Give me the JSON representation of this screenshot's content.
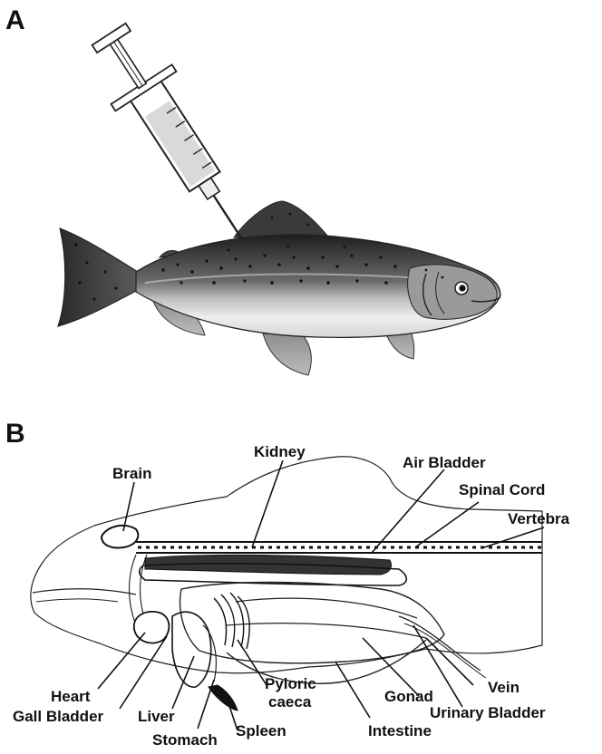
{
  "panels": {
    "a": {
      "letter": "A"
    },
    "b": {
      "letter": "B"
    }
  },
  "labels": {
    "brain": "Brain",
    "kidney": "Kidney",
    "air_bladder": "Air Bladder",
    "spinal_cord": "Spinal Cord",
    "vertebra": "Vertebra",
    "heart": "Heart",
    "gall_bladder": "Gall Bladder",
    "liver": "Liver",
    "stomach": "Stomach",
    "pyloric_caeca_line1": "Pyloric",
    "pyloric_caeca_line2": "caeca",
    "spleen": "Spleen",
    "intestine": "Intestine",
    "gonad": "Gonad",
    "vein": "Vein",
    "urinary_bladder": "Urinary Bladder"
  },
  "colors": {
    "ink": "#111111",
    "fish_dark": "#2a2a2a",
    "fish_mid": "#8a8a8a",
    "fish_light": "#e6e6e6",
    "syringe_fluid": "#d9d9d9"
  }
}
